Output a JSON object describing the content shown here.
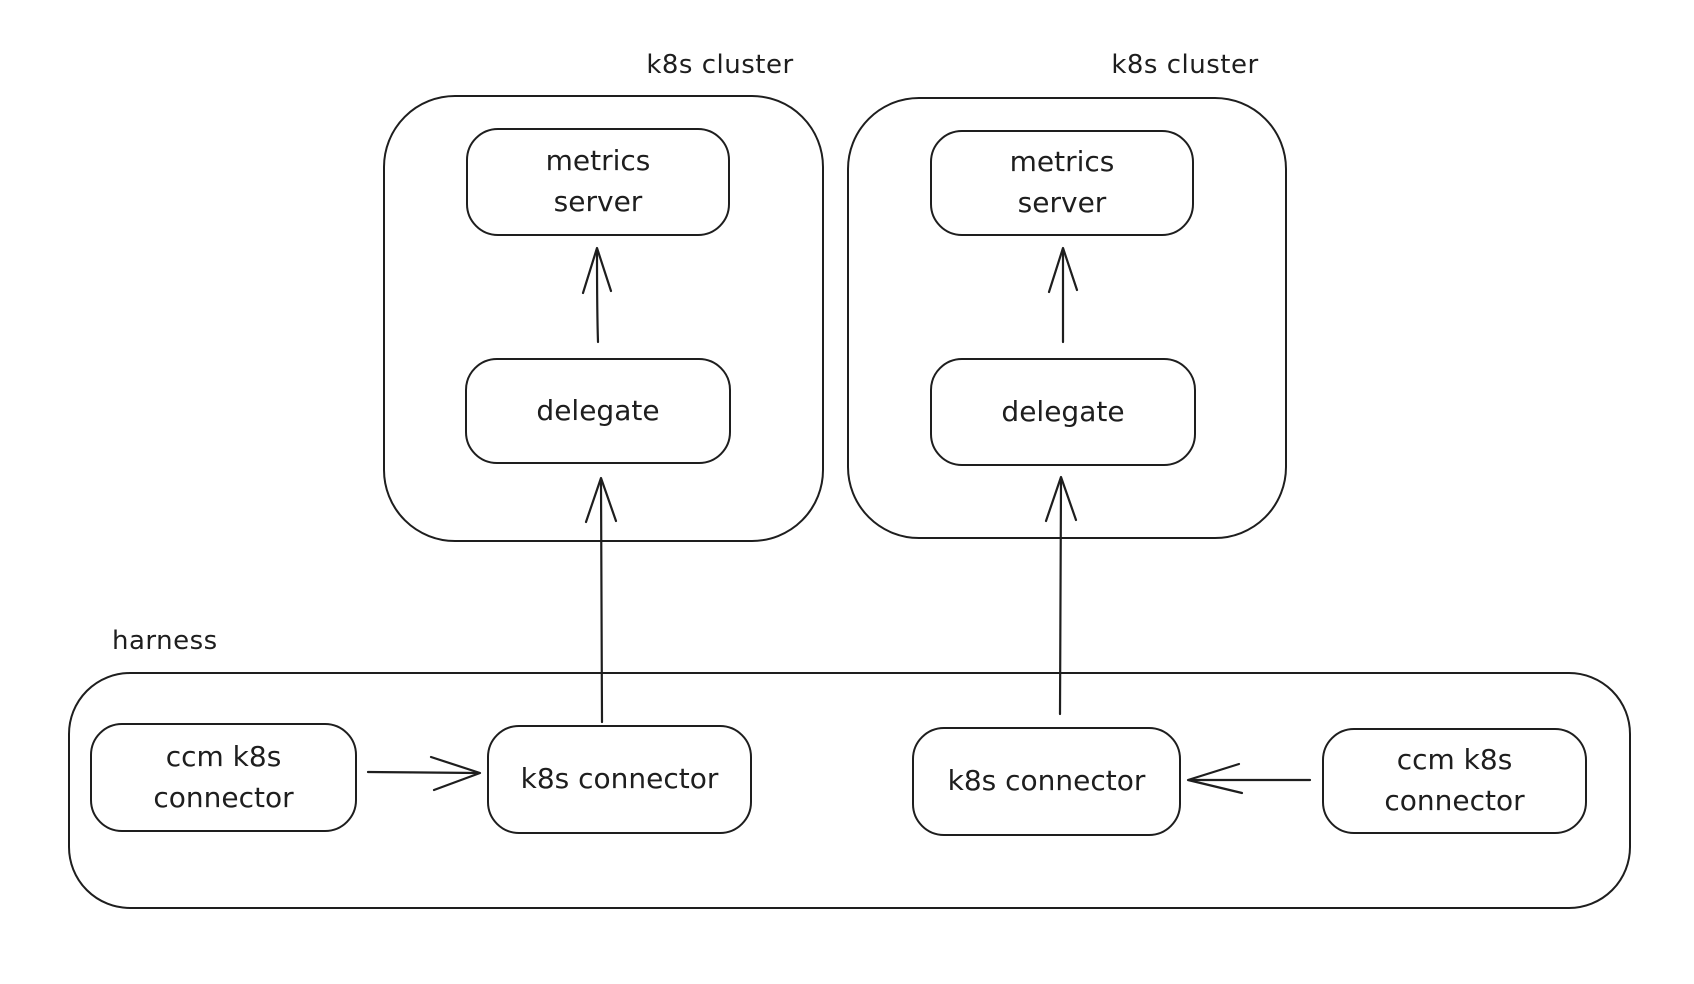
{
  "diagram": {
    "background_color": "#ffffff",
    "stroke_color": "#1e1e1e",
    "clusters": [
      {
        "label": "k8s cluster",
        "nodes": {
          "metrics_server": "metrics server",
          "delegate": "delegate"
        }
      },
      {
        "label": "k8s cluster",
        "nodes": {
          "metrics_server": "metrics server",
          "delegate": "delegate"
        }
      }
    ],
    "harness": {
      "label": "harness",
      "nodes": {
        "ccm_connector_left": "ccm k8s connector",
        "k8s_connector_left": "k8s connector",
        "k8s_connector_right": "k8s connector",
        "ccm_connector_right": "ccm k8s connector"
      }
    },
    "edges": [
      {
        "from": "delegate (left cluster)",
        "to": "metrics server (left cluster)",
        "direction": "up"
      },
      {
        "from": "delegate (right cluster)",
        "to": "metrics server (right cluster)",
        "direction": "up"
      },
      {
        "from": "k8s connector (left, harness)",
        "to": "delegate (left cluster)",
        "direction": "up"
      },
      {
        "from": "k8s connector (right, harness)",
        "to": "delegate (right cluster)",
        "direction": "up"
      },
      {
        "from": "ccm k8s connector (left, harness)",
        "to": "k8s connector (left, harness)",
        "direction": "right"
      },
      {
        "from": "ccm k8s connector (right, harness)",
        "to": "k8s connector (right, harness)",
        "direction": "left"
      }
    ]
  }
}
